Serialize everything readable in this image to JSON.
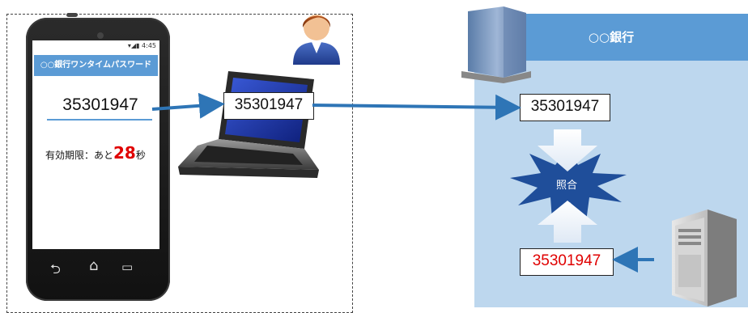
{
  "phone": {
    "status": "▾◢▮ 4:45",
    "app_title": "○○銀行ワンタイムパスワード",
    "otp": "35301947",
    "expiry_prefix": "有効期限：あと",
    "expiry_seconds": "28",
    "expiry_suffix": "秒",
    "nav_back": "⮌",
    "nav_home": "⌂",
    "nav_recent": "▭"
  },
  "laptop": {
    "code": "35301947"
  },
  "bank": {
    "name": "○○銀行",
    "received_code": "35301947",
    "match_label": "照合",
    "server_code": "35301947"
  },
  "colors": {
    "accent": "#5b9bd5",
    "bank_bg": "#bdd7ee",
    "arrow": "#2e75b6",
    "highlight": "#e00000"
  },
  "icons": [
    "person-icon",
    "laptop-icon",
    "building-icon",
    "server-icon",
    "burst-icon"
  ]
}
